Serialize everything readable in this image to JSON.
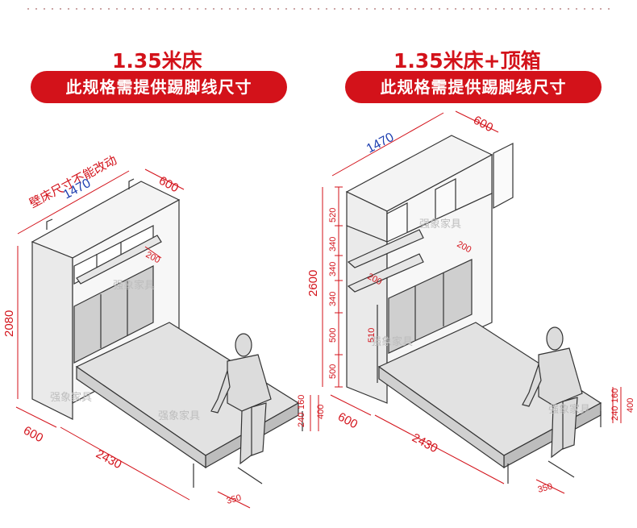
{
  "left": {
    "title": "1.35米床",
    "subtitle": "此规格需提供踢脚线尺寸",
    "note": "壁床尺寸不能改动",
    "dims": {
      "width": "1470",
      "depth_top": "600",
      "height": "2080",
      "depth_bottom": "600",
      "bed_length": "2430",
      "shelf": "200",
      "foot_160": "160",
      "foot_240": "240",
      "foot_400": "400",
      "leg": "350"
    }
  },
  "right": {
    "title": "1.35米床+顶箱",
    "subtitle": "此规格需提供踢脚线尺寸",
    "dims": {
      "width": "1470",
      "depth_top": "600",
      "height": "2600",
      "seg_520": "520",
      "seg_340a": "340",
      "seg_340b": "340",
      "seg_340c": "340",
      "seg_500a": "500",
      "seg_500b": "500",
      "inner_510": "510",
      "shelf_a": "200",
      "shelf_b": "200",
      "depth_bottom": "600",
      "bed_length": "2430",
      "foot_160": "160",
      "foot_240": "240",
      "foot_400": "400",
      "leg": "350"
    }
  },
  "watermark": "强象家具",
  "colors": {
    "accent": "#d3121a",
    "blue": "#1e3fb0",
    "line": "#333333"
  }
}
